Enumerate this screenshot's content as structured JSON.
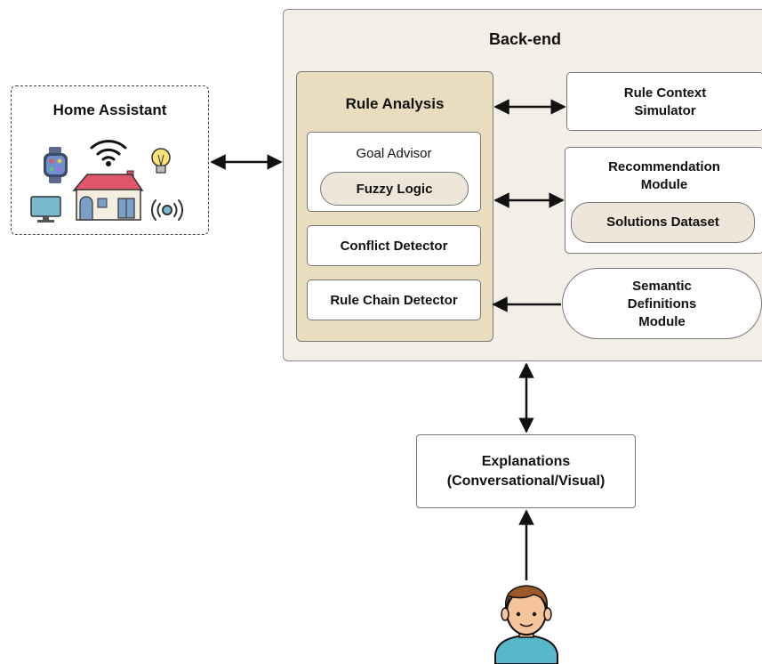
{
  "backend": {
    "title": "Back-end"
  },
  "home": {
    "title": "Home Assistant"
  },
  "rule_analysis": {
    "title": "Rule Analysis",
    "goal_advisor": "Goal Advisor",
    "fuzzy_logic": "Fuzzy Logic",
    "conflict_detector": "Conflict Detector",
    "rule_chain_detector": "Rule Chain Detector"
  },
  "simulator": {
    "line1": "Rule Context",
    "line2": "Simulator"
  },
  "recommendation": {
    "line1": "Recommendation",
    "line2": "Module",
    "dataset": "Solutions Dataset"
  },
  "semantic": {
    "line1": "Semantic",
    "line2": "Definitions",
    "line3": "Module"
  },
  "explanations": {
    "line1": "Explanations",
    "line2": "(Conversational/Visual)"
  },
  "icons": [
    "smartwatch-icon",
    "wifi-icon",
    "lightbulb-icon",
    "house-icon",
    "monitor-icon",
    "signal-icon",
    "user-icon"
  ]
}
